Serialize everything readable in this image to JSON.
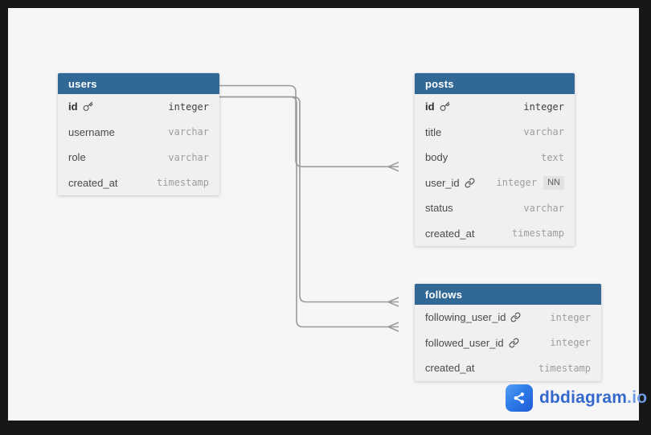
{
  "colors": {
    "table_header_blue": "#316896",
    "canvas_bg": "#f6f6f7",
    "frame_bg": "#171717",
    "relationship_line_gray": "#9a9a9a",
    "brand_blue": "#3568cc"
  },
  "tables": {
    "users": {
      "title": "users",
      "fields": [
        {
          "name": "id",
          "type": "integer",
          "icon": "key-icon",
          "pk": true
        },
        {
          "name": "username",
          "type": "varchar"
        },
        {
          "name": "role",
          "type": "varchar"
        },
        {
          "name": "created_at",
          "type": "timestamp"
        }
      ]
    },
    "posts": {
      "title": "posts",
      "fields": [
        {
          "name": "id",
          "type": "integer",
          "icon": "key-icon",
          "pk": true
        },
        {
          "name": "title",
          "type": "varchar"
        },
        {
          "name": "body",
          "type": "text"
        },
        {
          "name": "user_id",
          "type": "integer",
          "icon": "link-icon",
          "badge": "NN"
        },
        {
          "name": "status",
          "type": "varchar"
        },
        {
          "name": "created_at",
          "type": "timestamp"
        }
      ]
    },
    "follows": {
      "title": "follows",
      "fields": [
        {
          "name": "following_user_id",
          "type": "integer",
          "icon": "link-icon"
        },
        {
          "name": "followed_user_id",
          "type": "integer",
          "icon": "link-icon"
        },
        {
          "name": "created_at",
          "type": "timestamp"
        }
      ]
    }
  },
  "relationships": [
    {
      "from": "users.id",
      "to": "posts.user_id"
    },
    {
      "from": "users.id",
      "to": "follows.following_user_id"
    },
    {
      "from": "users.id",
      "to": "follows.followed_user_id"
    }
  ],
  "logo": {
    "brand": "dbdiagram",
    "tld": ".io"
  }
}
